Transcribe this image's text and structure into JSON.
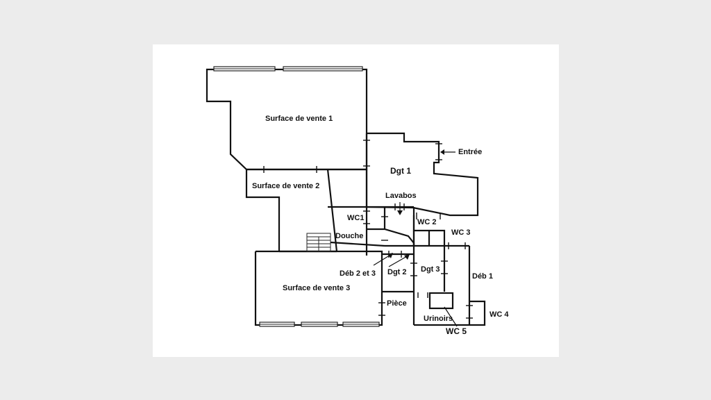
{
  "labels": {
    "surface_vente_1": "Surface de vente 1",
    "surface_vente_2": "Surface de vente 2",
    "surface_vente_3": "Surface de vente 3",
    "dgt_1": "Dgt 1",
    "dgt_2": "Dgt 2",
    "dgt_3": "Dgt 3",
    "entree": "Entrée",
    "lavabos": "Lavabos",
    "wc1": "WC1",
    "wc2": "WC 2",
    "wc3": "WC 3",
    "wc4": "WC 4",
    "wc5": "WC 5",
    "douche": "Douche",
    "deb_2_et_3": "Déb 2 et 3",
    "deb_1": "Déb 1",
    "piece": "Pièce",
    "urinoirs": "Urinoirs"
  }
}
